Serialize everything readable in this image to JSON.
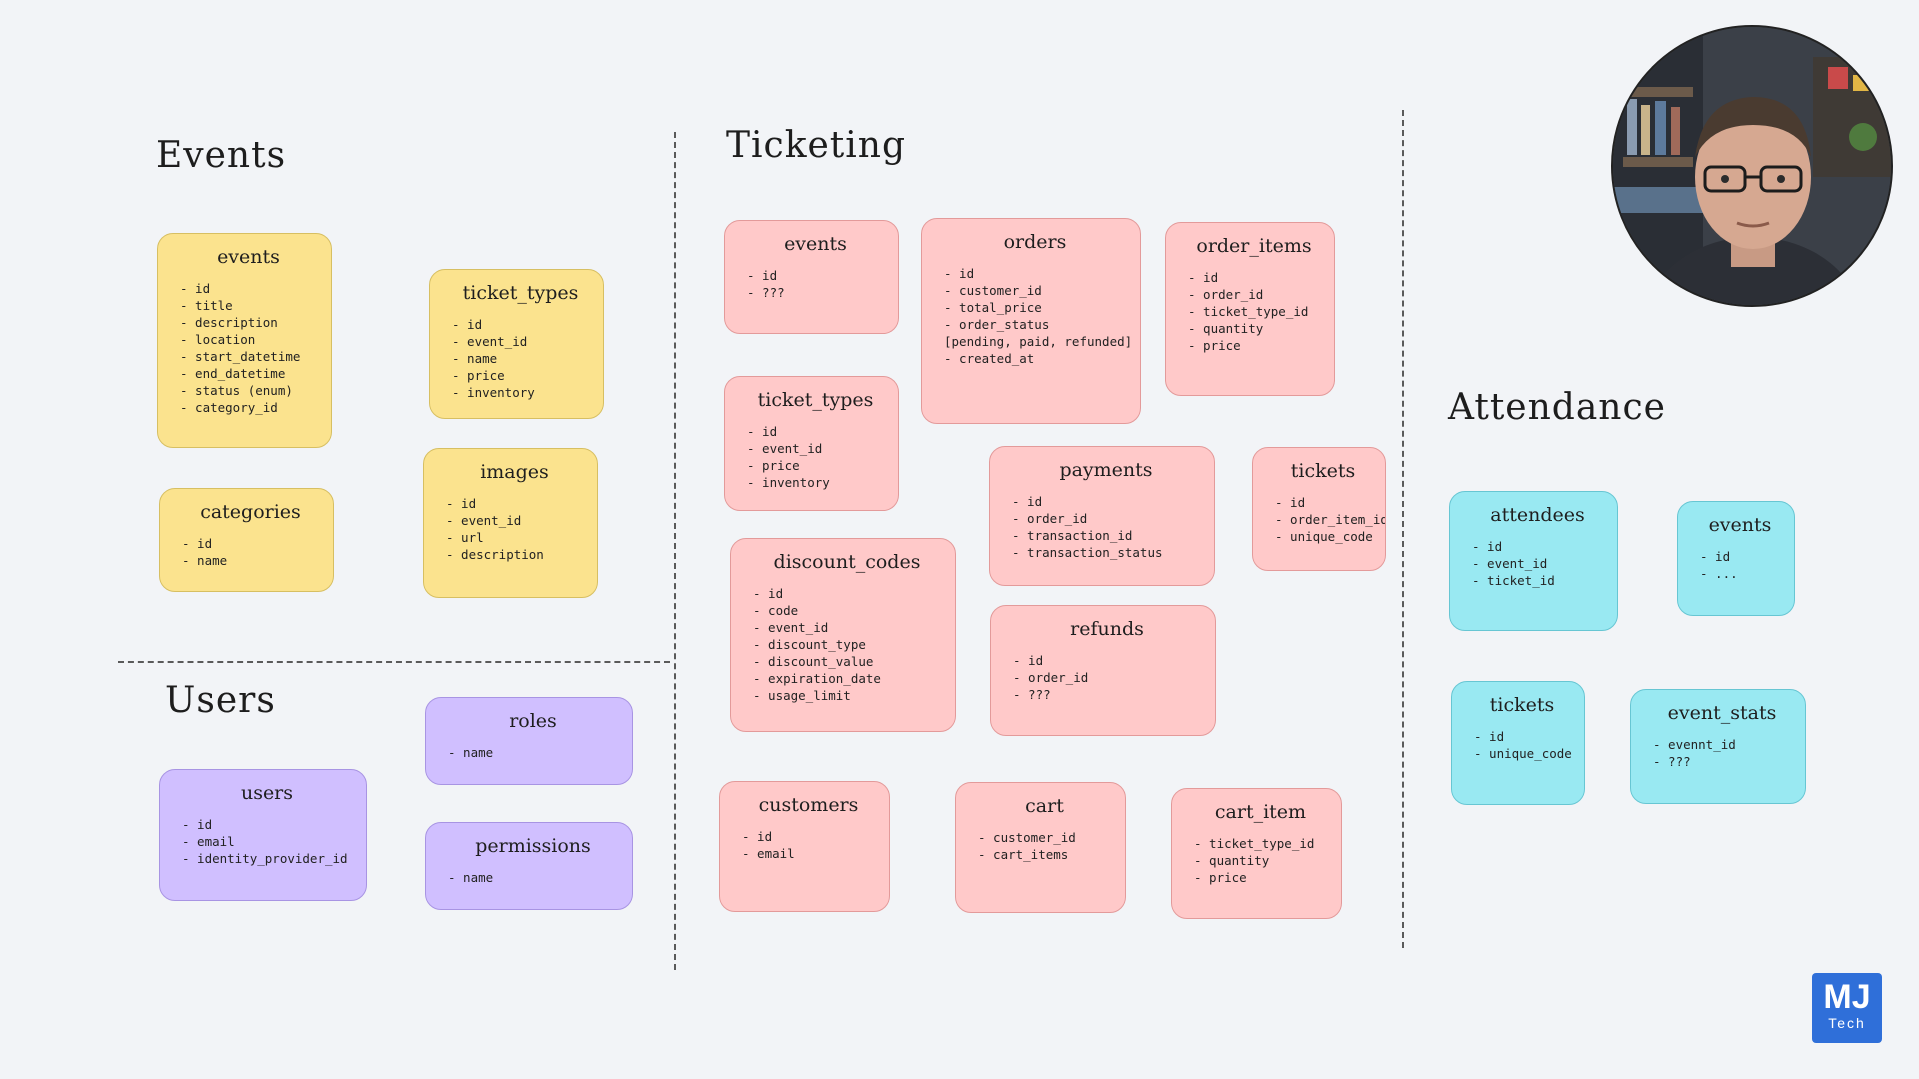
{
  "sections": {
    "events": "Events",
    "users": "Users",
    "ticketing": "Ticketing",
    "attendance": "Attendance"
  },
  "colors": {
    "yellow": "#fbe38e",
    "pink": "#ffc9c9",
    "purple": "#d0bfff",
    "cyan": "#99e9f2",
    "logo": "#2f6fd9"
  },
  "tables": {
    "ev_events": {
      "title": "events",
      "fields": [
        "- id",
        "- title",
        "- description",
        "- location",
        "- start_datetime",
        "- end_datetime",
        "- status (enum)",
        "- category_id"
      ]
    },
    "ev_ticket_types": {
      "title": "ticket_types",
      "fields": [
        "- id",
        "- event_id",
        "- name",
        "- price",
        "- inventory"
      ]
    },
    "ev_categories": {
      "title": "categories",
      "fields": [
        "- id",
        "- name"
      ]
    },
    "ev_images": {
      "title": "images",
      "fields": [
        "- id",
        "- event_id",
        "- url",
        "- description"
      ]
    },
    "us_roles": {
      "title": "roles",
      "fields": [
        "- name"
      ]
    },
    "us_users": {
      "title": "users",
      "fields": [
        "- id",
        "- email",
        "- identity_provider_id"
      ]
    },
    "us_permissions": {
      "title": "permissions",
      "fields": [
        "- name"
      ]
    },
    "tk_events": {
      "title": "events",
      "fields": [
        "- id",
        "- ???"
      ]
    },
    "tk_orders": {
      "title": "orders",
      "fields": [
        "- id",
        "- customer_id",
        "- total_price",
        "- order_status",
        "  [pending, paid, refunded]",
        "- created_at"
      ]
    },
    "tk_order_items": {
      "title": "order_items",
      "fields": [
        "- id",
        "- order_id",
        "- ticket_type_id",
        "- quantity",
        "- price"
      ]
    },
    "tk_ticket_types": {
      "title": "ticket_types",
      "fields": [
        "- id",
        "- event_id",
        "- price",
        "- inventory"
      ]
    },
    "tk_payments": {
      "title": "payments",
      "fields": [
        "- id",
        "- order_id",
        "- transaction_id",
        "- transaction_status"
      ]
    },
    "tk_tickets": {
      "title": "tickets",
      "fields": [
        "- id",
        "- order_item_id",
        "- unique_code"
      ]
    },
    "tk_discount_codes": {
      "title": "discount_codes",
      "fields": [
        "- id",
        "- code",
        "- event_id",
        "- discount_type",
        "- discount_value",
        "- expiration_date",
        "- usage_limit"
      ]
    },
    "tk_refunds": {
      "title": "refunds",
      "fields": [
        "- id",
        "- order_id",
        "- ???"
      ]
    },
    "tk_customers": {
      "title": "customers",
      "fields": [
        "- id",
        "- email"
      ]
    },
    "tk_cart": {
      "title": "cart",
      "fields": [
        "- customer_id",
        "- cart_items"
      ]
    },
    "tk_cart_item": {
      "title": "cart_item",
      "fields": [
        "- ticket_type_id",
        "- quantity",
        "- price"
      ]
    },
    "at_attendees": {
      "title": "attendees",
      "fields": [
        "- id",
        "- event_id",
        "- ticket_id"
      ]
    },
    "at_events": {
      "title": "events",
      "fields": [
        "- id",
        "- ..."
      ]
    },
    "at_tickets": {
      "title": "tickets",
      "fields": [
        "- id",
        "- unique_code"
      ]
    },
    "at_event_stats": {
      "title": "event_stats",
      "fields": [
        "- evennt_id",
        "- ???"
      ]
    }
  },
  "logo": {
    "main": "MJ",
    "sub": "Tech"
  }
}
